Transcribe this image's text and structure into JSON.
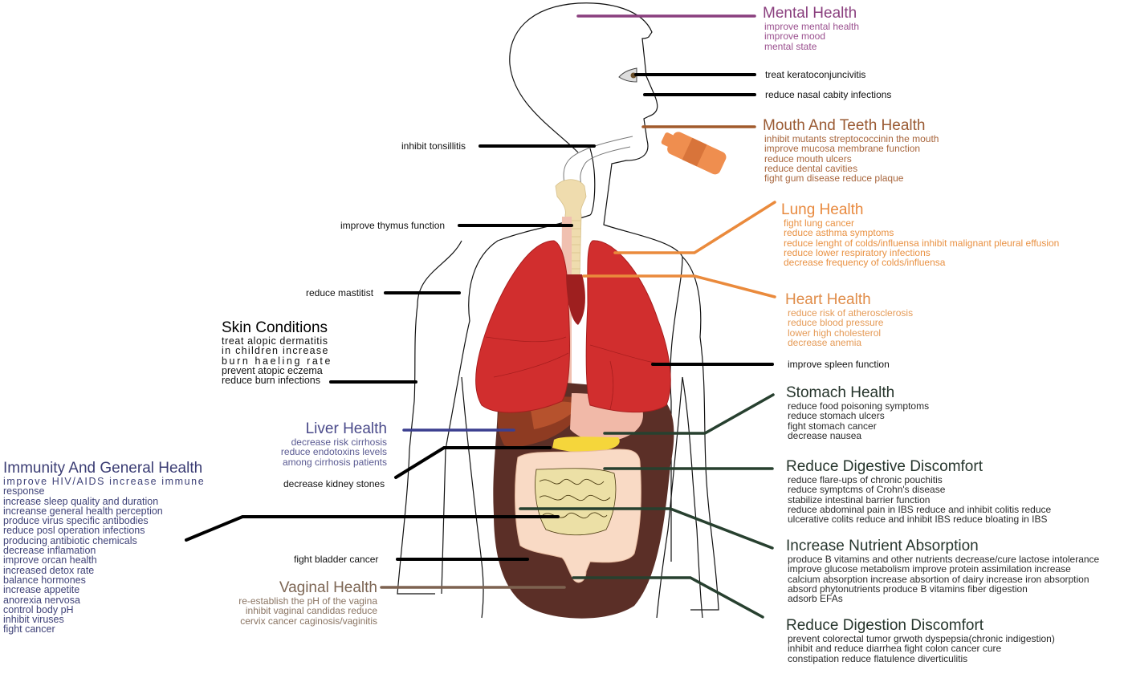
{
  "diagram": {
    "subject": "Human body health benefits map",
    "colors": {
      "mental": "#8a3f7e",
      "mouth": "#a15a2c",
      "lung_heart": "#ea8a3c",
      "digestive": "#27402f",
      "liver": "#3b3f8f",
      "vaginal": "#7d6250",
      "callout_black": "#000000",
      "lung_red": "#d12e2e",
      "abdomen_brown": "#5b2f27",
      "intestine_pink": "#f8d9c4",
      "trachea": "#efdcae"
    }
  },
  "groups": {
    "mental": {
      "title": "Mental Health",
      "items": [
        "improve mental health",
        "improve mood",
        "mental state"
      ]
    },
    "mouth": {
      "title": "Mouth And Teeth Health",
      "items": [
        "inhibit mutants streptococcinin the mouth",
        "improve mucosa membrane function",
        "reduce mouth ulcers",
        "reduce dental cavities",
        "fight gum disease reduce plaque"
      ]
    },
    "lung": {
      "title": "Lung Health",
      "items": [
        "fight lung cancer",
        "reduce asthma symptoms",
        "reduce lenght  of colds/influensa inhibit malignant pleural effusion",
        "reduce lower respiratory infections",
        "decrease frequency of colds/influensa"
      ]
    },
    "heart": {
      "title": "Heart Health",
      "items": [
        "reduce risk of atherosclerosis",
        "reduce blood pressure",
        "lower high cholesterol",
        "decrease anemia"
      ]
    },
    "stomach": {
      "title": "Stomach Health",
      "items": [
        "reduce food poisoning symptoms",
        "reduce stomach ulcers",
        "fight stomach cancer",
        "decrease nausea"
      ]
    },
    "digestive": {
      "title": "Reduce Digestive Discomfort",
      "items": [
        "reduce flare-ups of chronic pouchitis",
        "reduce symptcms of Crohn's disease",
        "stabilize intestinal barrier function",
        "reduce abdominal pain in IBS reduce and inhibit colitis reduce",
        "ulcerative colits reduce and inhibit IBS reduce bloating in IBS"
      ]
    },
    "nutrient": {
      "title": "Increase Nutrient Absorption",
      "items": [
        "produce B vitamins and other nutrients decrease/cure lactose intolerance",
        "improve glucose metabolism improve protein assimilation increase",
        "calcium absorption increase absortion of dairy increase iron absorption",
        "absord phytonutrients produce B vitamins fiber digestion",
        "adsorb EFAs"
      ]
    },
    "digestion": {
      "title": "Reduce Digestion Discomfort",
      "items": [
        "prevent colorectal tumor grwoth dyspepsia(chronic indigestion)",
        "inhibit and reduce diarrhea fight colon cancer cure",
        "constipation reduce flatulence diverticulitis"
      ]
    },
    "skin": {
      "title": "Skin Conditions",
      "items": [
        "treat alopic dermatitis",
        "in children increase",
        "burn haeling rate",
        "prevent atopic eczema",
        "reduce burn infections"
      ]
    },
    "liver": {
      "title": "Liver Health",
      "items": [
        "decrease risk cirrhosis",
        "reduce endotoxins levels",
        "among cirrhosis patients"
      ]
    },
    "immunity": {
      "title": "Immunity And General Health",
      "items": [
        "improve HIV/AIDS increase immune",
        "response",
        "increase sleep quality and duration",
        "increanse general health perception",
        "produce virus specific antibodies",
        "reduce posl operation infections",
        "producing antibiotic chemicals",
        "decrease inflamation",
        "improve orcan health",
        "increased detox rate",
        "balance hormones",
        "increase appetite",
        "anorexia nervosa",
        "control body pH",
        "inhibit viruses",
        "fight cancer"
      ]
    },
    "vaginal": {
      "title": "Vaginal Health",
      "items": [
        "re-establish the pH of the vagina",
        "inhibit vaginal candidas reduce",
        "cervix cancer caginosis/vaginitis"
      ]
    }
  },
  "labels": {
    "eye": "treat keratoconjuncivitis",
    "nose": "reduce nasal cabity infections",
    "tonsil": "inhibit tonsillitis",
    "thymus": "improve thymus function",
    "mastitis": "reduce mastitist",
    "spleen": "improve spleen function",
    "kidney": "decrease kidney stones",
    "bladder": "fight bladder cancer"
  }
}
